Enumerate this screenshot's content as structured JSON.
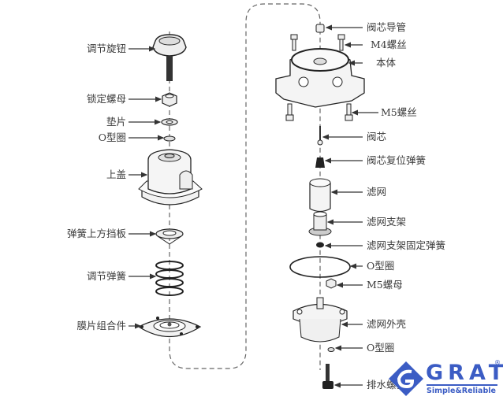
{
  "diagram": {
    "title": "Exploded view of pressure regulator assembly",
    "left_parts": [
      {
        "label": "调节旋钮"
      },
      {
        "label": "锁定螺母"
      },
      {
        "label": "垫片"
      },
      {
        "label": "O型圈"
      },
      {
        "label": "上盖"
      },
      {
        "label": "弹簧上方挡板"
      },
      {
        "label": "调节弹簧"
      },
      {
        "label": "膜片组合件"
      }
    ],
    "right_parts": [
      {
        "label": "阀芯导管"
      },
      {
        "label": "M4螺丝"
      },
      {
        "label": "本体"
      },
      {
        "label": "M5螺丝"
      },
      {
        "label": "阀芯"
      },
      {
        "label": "阀芯复位弹簧"
      },
      {
        "label": "滤网"
      },
      {
        "label": "滤网支架"
      },
      {
        "label": "滤网支架固定弹簧"
      },
      {
        "label": "O型圈"
      },
      {
        "label": "M5螺母"
      },
      {
        "label": "滤网外壳"
      },
      {
        "label": "O型圈"
      },
      {
        "label": "排水螺塞"
      }
    ]
  },
  "logo": {
    "brand": "GRAT",
    "registered": "®",
    "tagline": "Simple&Reliable",
    "brand_color": "#3b5cc4"
  }
}
